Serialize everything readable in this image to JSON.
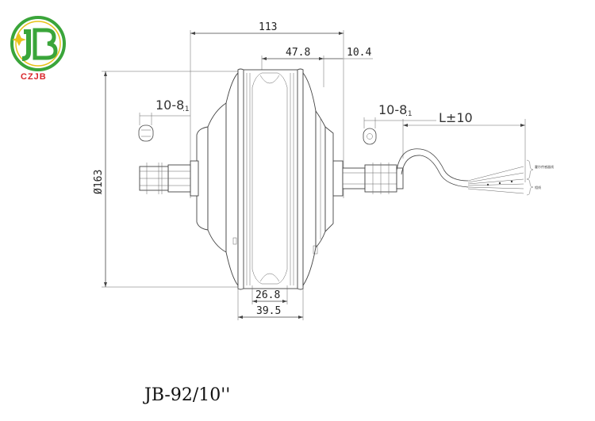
{
  "brand": {
    "name": "CZJB",
    "logo_letters": "JB",
    "colors": {
      "green": "#3aa53a",
      "yellow": "#e8c21a",
      "red": "#d9262b"
    }
  },
  "model": "JB-92/10''",
  "dimensions": {
    "overall_width": "113",
    "flange_width": "47.8",
    "flange_offset": "10.4",
    "diameter": "Ø163",
    "axle_flat_left": "10-8",
    "axle_flat_left_sub": ".1",
    "axle_flat_right": "10-8",
    "axle_flat_right_sub": ".1",
    "cable_length": "L±10",
    "rim_inner": "26.8",
    "rim_outer": "39.5"
  },
  "cable_labels": {
    "upper": "霍尔传感器线",
    "lower": "相线"
  }
}
